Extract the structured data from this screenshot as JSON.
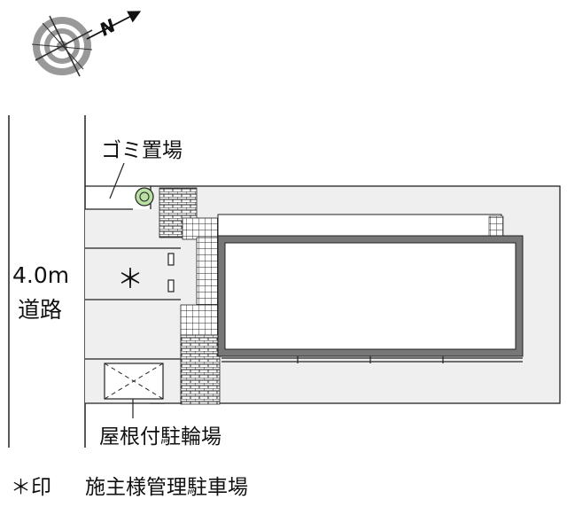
{
  "compass": {
    "icon": "compass-rose-icon",
    "north_label": "N"
  },
  "road": {
    "width": "4.0m",
    "name": "道路"
  },
  "labels": {
    "garbage": "ゴミ置場",
    "bicycle_parking": "屋根付駐輪場",
    "owner_parking_mark": "＊"
  },
  "legend": {
    "mark": "＊印",
    "text": "施主様管理駐車場"
  },
  "colors": {
    "line": "#111111",
    "site_fill": "#efefef",
    "building_fill": "#ffffff",
    "paving_fill": "#ffffff",
    "garbage_point": "#b9e0a5"
  }
}
